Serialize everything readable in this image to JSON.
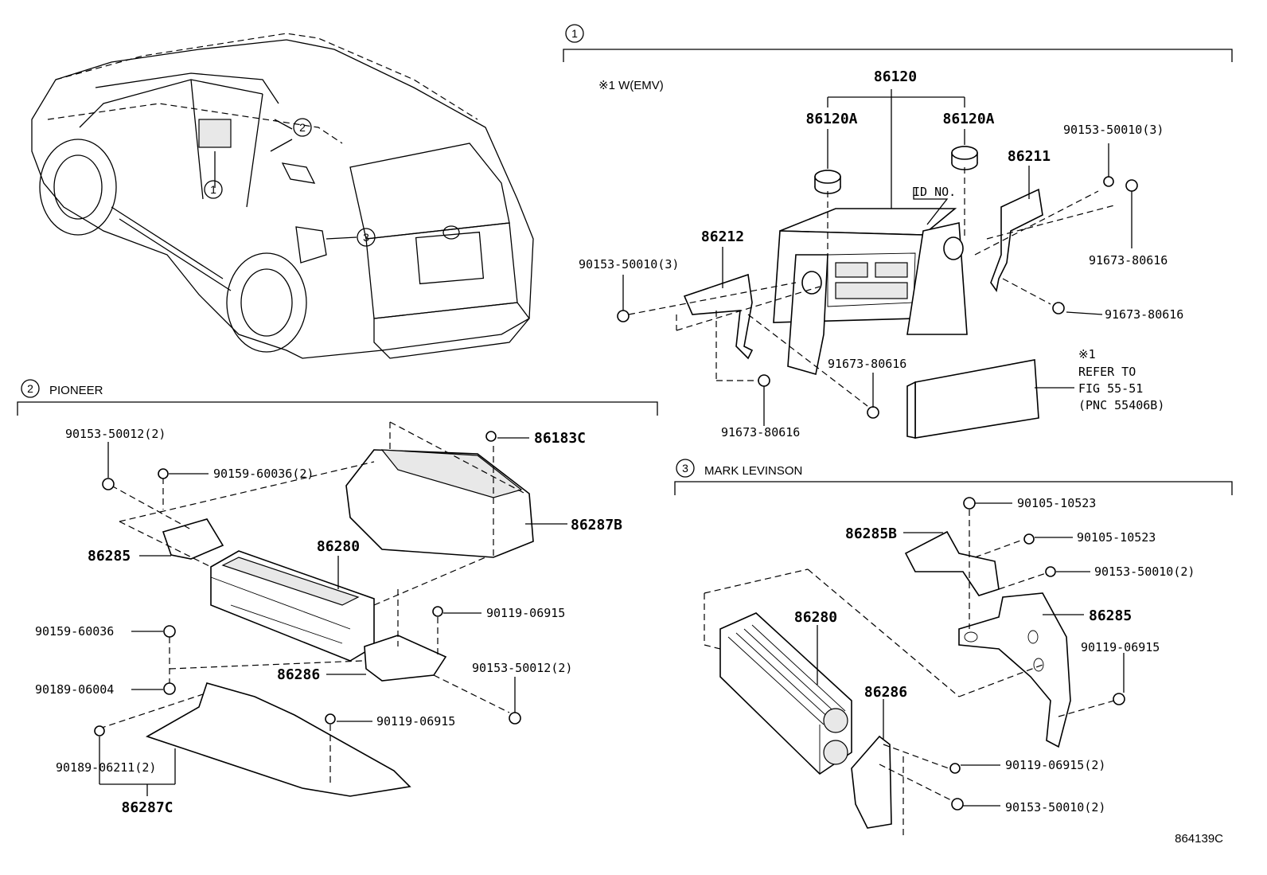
{
  "diagram_id": "864139C",
  "sections": {
    "s1": {
      "number": "1",
      "note": "※1 W(EMV)"
    },
    "s2": {
      "number": "2",
      "title": "PIONEER"
    },
    "s3": {
      "number": "3",
      "title": "MARK LEVINSON"
    }
  },
  "vehicle_callouts": [
    "1",
    "2",
    "3"
  ],
  "s1_labels": {
    "main_unit": "86120",
    "knob_left": "86120A",
    "knob_right": "86120A",
    "bracket_right": "86211",
    "bracket_left": "86212",
    "id_no": "ID NO.",
    "screw_tr": "90153-50010(3)",
    "screw_tl": "90153-50010(3)",
    "bolt_r1": "91673-80616",
    "bolt_r2": "91673-80616",
    "bolt_mid": "91673-80616",
    "bolt_bottom": "91673-80616",
    "refer_mark": "※1",
    "refer_1": "REFER TO",
    "refer_2": "FIG 55-51",
    "refer_3": "(PNC 55406B)"
  },
  "s2_labels": {
    "screw_a": "90153-50012(2)",
    "screw_b": "90159-60036(2)",
    "clip": "86183C",
    "cover": "86287B",
    "bracket": "86285",
    "amp": "86280",
    "screw_c": "90119-06915",
    "screw_d": "90159-60036",
    "bracket2": "86286",
    "screw_e": "90153-50012(2)",
    "clip2": "90189-06004",
    "screw_f": "90119-06915",
    "clip3": "90189-06211(2)",
    "tray": "86287C"
  },
  "s3_labels": {
    "bolt_a": "90105-10523",
    "bracket_b": "86285B",
    "bolt_b": "90105-10523",
    "screw_a": "90153-50010(2)",
    "bracket": "86285",
    "amp": "86280",
    "screw_b": "90119-06915",
    "bracket2": "86286",
    "screw_c": "90119-06915(2)",
    "screw_d": "90153-50010(2)"
  }
}
